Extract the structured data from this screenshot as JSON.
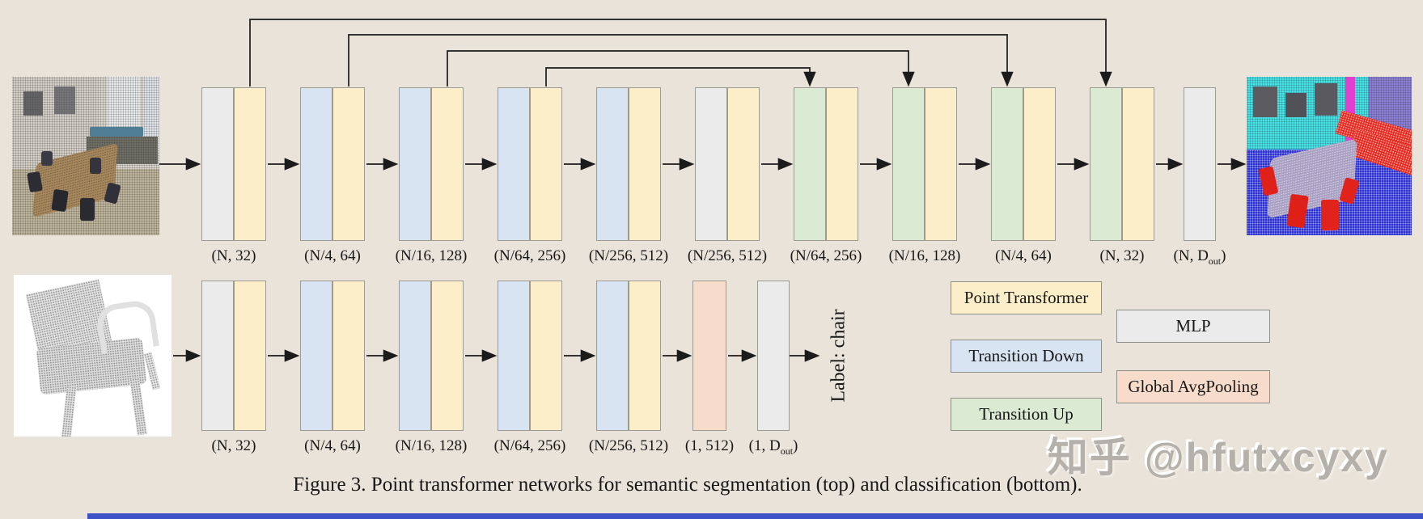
{
  "figure": {
    "caption": "Figure 3. Point transformer networks for semantic segmentation (top) and classification (bottom)."
  },
  "watermark": "知乎 @hfutxcyxy",
  "seg_row": {
    "description": "semantic segmentation network",
    "input_image": "indoor room point cloud",
    "output_image": "semantic segmentation result point cloud",
    "stages": [
      {
        "label": "(N, 32)",
        "blocks": [
          "MLP",
          "Point Transformer"
        ]
      },
      {
        "label": "(N/4, 64)",
        "blocks": [
          "Transition Down",
          "Point Transformer"
        ]
      },
      {
        "label": "(N/16, 128)",
        "blocks": [
          "Transition Down",
          "Point Transformer"
        ]
      },
      {
        "label": "(N/64, 256)",
        "blocks": [
          "Transition Down",
          "Point Transformer"
        ]
      },
      {
        "label": "(N/256, 512)",
        "blocks": [
          "Transition Down",
          "Point Transformer"
        ]
      },
      {
        "label": "(N/256, 512)",
        "blocks": [
          "MLP",
          "Point Transformer"
        ]
      },
      {
        "label": "(N/64, 256)",
        "blocks": [
          "Transition Up",
          "Point Transformer"
        ]
      },
      {
        "label": "(N/16, 128)",
        "blocks": [
          "Transition Up",
          "Point Transformer"
        ]
      },
      {
        "label": "(N/4, 64)",
        "blocks": [
          "Transition Up",
          "Point Transformer"
        ]
      },
      {
        "label": "(N, 32)",
        "blocks": [
          "Transition Up",
          "Point Transformer"
        ]
      },
      {
        "label": "(N, D",
        "label_sub": "out",
        "label_post": ")",
        "blocks": [
          "MLP"
        ]
      }
    ]
  },
  "cls_row": {
    "description": "classification network",
    "input_image": "chair point cloud",
    "output_label": "Label: chair",
    "stages": [
      {
        "label": "(N, 32)",
        "blocks": [
          "MLP",
          "Point Transformer"
        ]
      },
      {
        "label": "(N/4, 64)",
        "blocks": [
          "Transition Down",
          "Point Transformer"
        ]
      },
      {
        "label": "(N/16, 128)",
        "blocks": [
          "Transition Down",
          "Point Transformer"
        ]
      },
      {
        "label": "(N/64, 256)",
        "blocks": [
          "Transition Down",
          "Point Transformer"
        ]
      },
      {
        "label": "(N/256, 512)",
        "blocks": [
          "Transition Down",
          "Point Transformer"
        ]
      },
      {
        "label": "(1, 512)",
        "blocks": [
          "Global AvgPooling"
        ]
      },
      {
        "label": "(1, D",
        "label_sub": "out",
        "label_post": ")",
        "blocks": [
          "MLP"
        ]
      }
    ]
  },
  "legend": {
    "items": [
      {
        "label": "Point Transformer",
        "color": "#fbeec8"
      },
      {
        "label": "Transition Down",
        "color": "#d8e4f1"
      },
      {
        "label": "Transition Up",
        "color": "#dbead3"
      },
      {
        "label": "MLP",
        "color": "#ebebeb"
      },
      {
        "label": "Global AvgPooling",
        "color": "#f8dccb"
      }
    ]
  },
  "colors": {
    "background": "#e9e3d9",
    "arrow": "#1b1b1b",
    "bottom_strip": "#3d52c8"
  }
}
